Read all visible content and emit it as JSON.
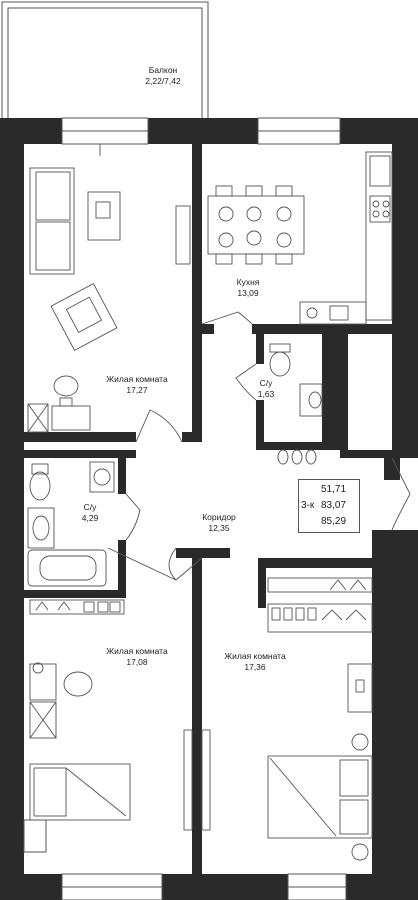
{
  "rooms": {
    "balcony": {
      "name": "Балкон",
      "area": "2,22/7,42"
    },
    "kitchen": {
      "name": "Кухня",
      "area": "13,09"
    },
    "living1": {
      "name": "Жилая комната",
      "area": "17,27"
    },
    "bath_small": {
      "name": "С/у",
      "area": "1,63"
    },
    "bath_big": {
      "name": "С/у",
      "area": "4,29"
    },
    "corridor": {
      "name": "Коридор",
      "area": "12,35"
    },
    "living2": {
      "name": "Жилая комната",
      "area": "17,08"
    },
    "living3": {
      "name": "Жилая комната",
      "area": "17,36"
    }
  },
  "summary": {
    "room_type": "3-к",
    "area_living": "51,71",
    "area_total": "83,07",
    "area_with_balcony": "85,29"
  },
  "colors": {
    "wall": "#2a2a2a",
    "line": "#555555",
    "background": "#ffffff"
  }
}
